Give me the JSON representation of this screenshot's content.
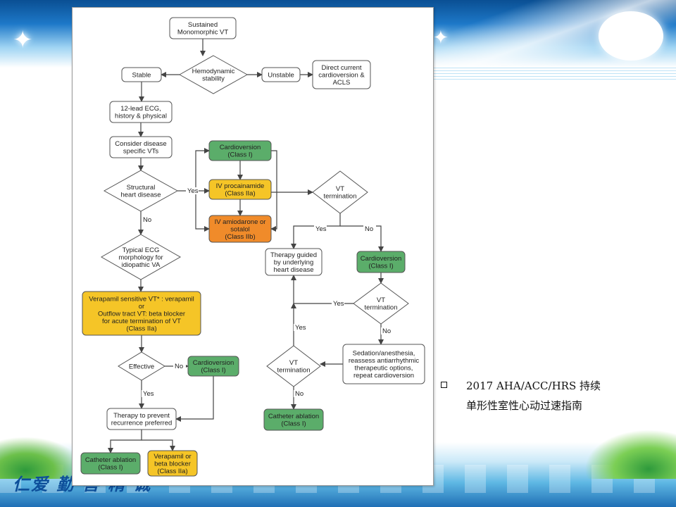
{
  "colors": {
    "green": "#5bad6a",
    "yellow": "#f5c527",
    "orange": "#f08b2a",
    "box_border": "#555555",
    "arrow": "#444444"
  },
  "slide": {
    "slogan": "仁爱 勤 善 精 诚",
    "caption": {
      "line1": "2017 AHA/ACC/HRS 持续",
      "line2": "单形性室性心动过速指南"
    }
  },
  "flowchart": {
    "nodes": {
      "start": [
        "Sustained",
        "Monomorphic VT"
      ],
      "hemo": [
        "Hemodynamic",
        "stability"
      ],
      "stable": [
        "Stable"
      ],
      "unstable": [
        "Unstable"
      ],
      "dc": [
        "Direct current",
        "cardioversion &",
        "ACLS"
      ],
      "ecg": [
        "12-lead ECG,",
        "history & physical"
      ],
      "consider": [
        "Consider disease",
        "specific VTs"
      ],
      "structural": [
        "Structural",
        "heart disease"
      ],
      "typical": [
        "Typical ECG",
        "morphology for",
        "idiopathic VA"
      ],
      "verapamil_box": [
        "Verapamil sensitive VT* : verapamil",
        "or",
        "Outflow tract VT: beta blocker",
        "for acute termination of VT",
        "(Class IIa)"
      ],
      "effective": [
        "Effective"
      ],
      "cardio_left": [
        "Cardioversion",
        "(Class I)"
      ],
      "therapy_prevent": [
        "Therapy to prevent",
        "recurrence preferred"
      ],
      "catheter_left": [
        "Catheter ablation",
        "(Class I)"
      ],
      "verapamil_beta": [
        "Verapamil or",
        "beta blocker",
        "(Class IIa)"
      ],
      "cardio_top": [
        "Cardioversion",
        "(Class I)"
      ],
      "procainamide": [
        "IV procainamide",
        "(Class IIa)"
      ],
      "amiodarone": [
        "IV amiodarone or",
        "sotalol",
        "(Class IIb)"
      ],
      "vt_term1": [
        "VT",
        "termination"
      ],
      "therapy_guided": [
        "Therapy guided",
        "by underlying",
        "heart disease"
      ],
      "cardio_right": [
        "Cardioversion",
        "(Class I)"
      ],
      "vt_term2": [
        "VT",
        "termination"
      ],
      "sedation": [
        "Sedation/anesthesia,",
        "reassess antiarrhythmic",
        "therapeutic options,",
        "repeat cardioversion"
      ],
      "vt_term3": [
        "VT",
        "termination"
      ],
      "catheter_right": [
        "Catheter ablation",
        "(Class I)"
      ]
    },
    "edge_labels": {
      "yes_structural": "Yes",
      "no_structural": "No",
      "yes_term1": "Yes",
      "no_term1": "No",
      "yes_term2": "Yes",
      "no_term2": "No",
      "yes_term3": "Yes",
      "no_term3": "No",
      "no_effective": "No",
      "yes_effective": "Yes"
    }
  }
}
